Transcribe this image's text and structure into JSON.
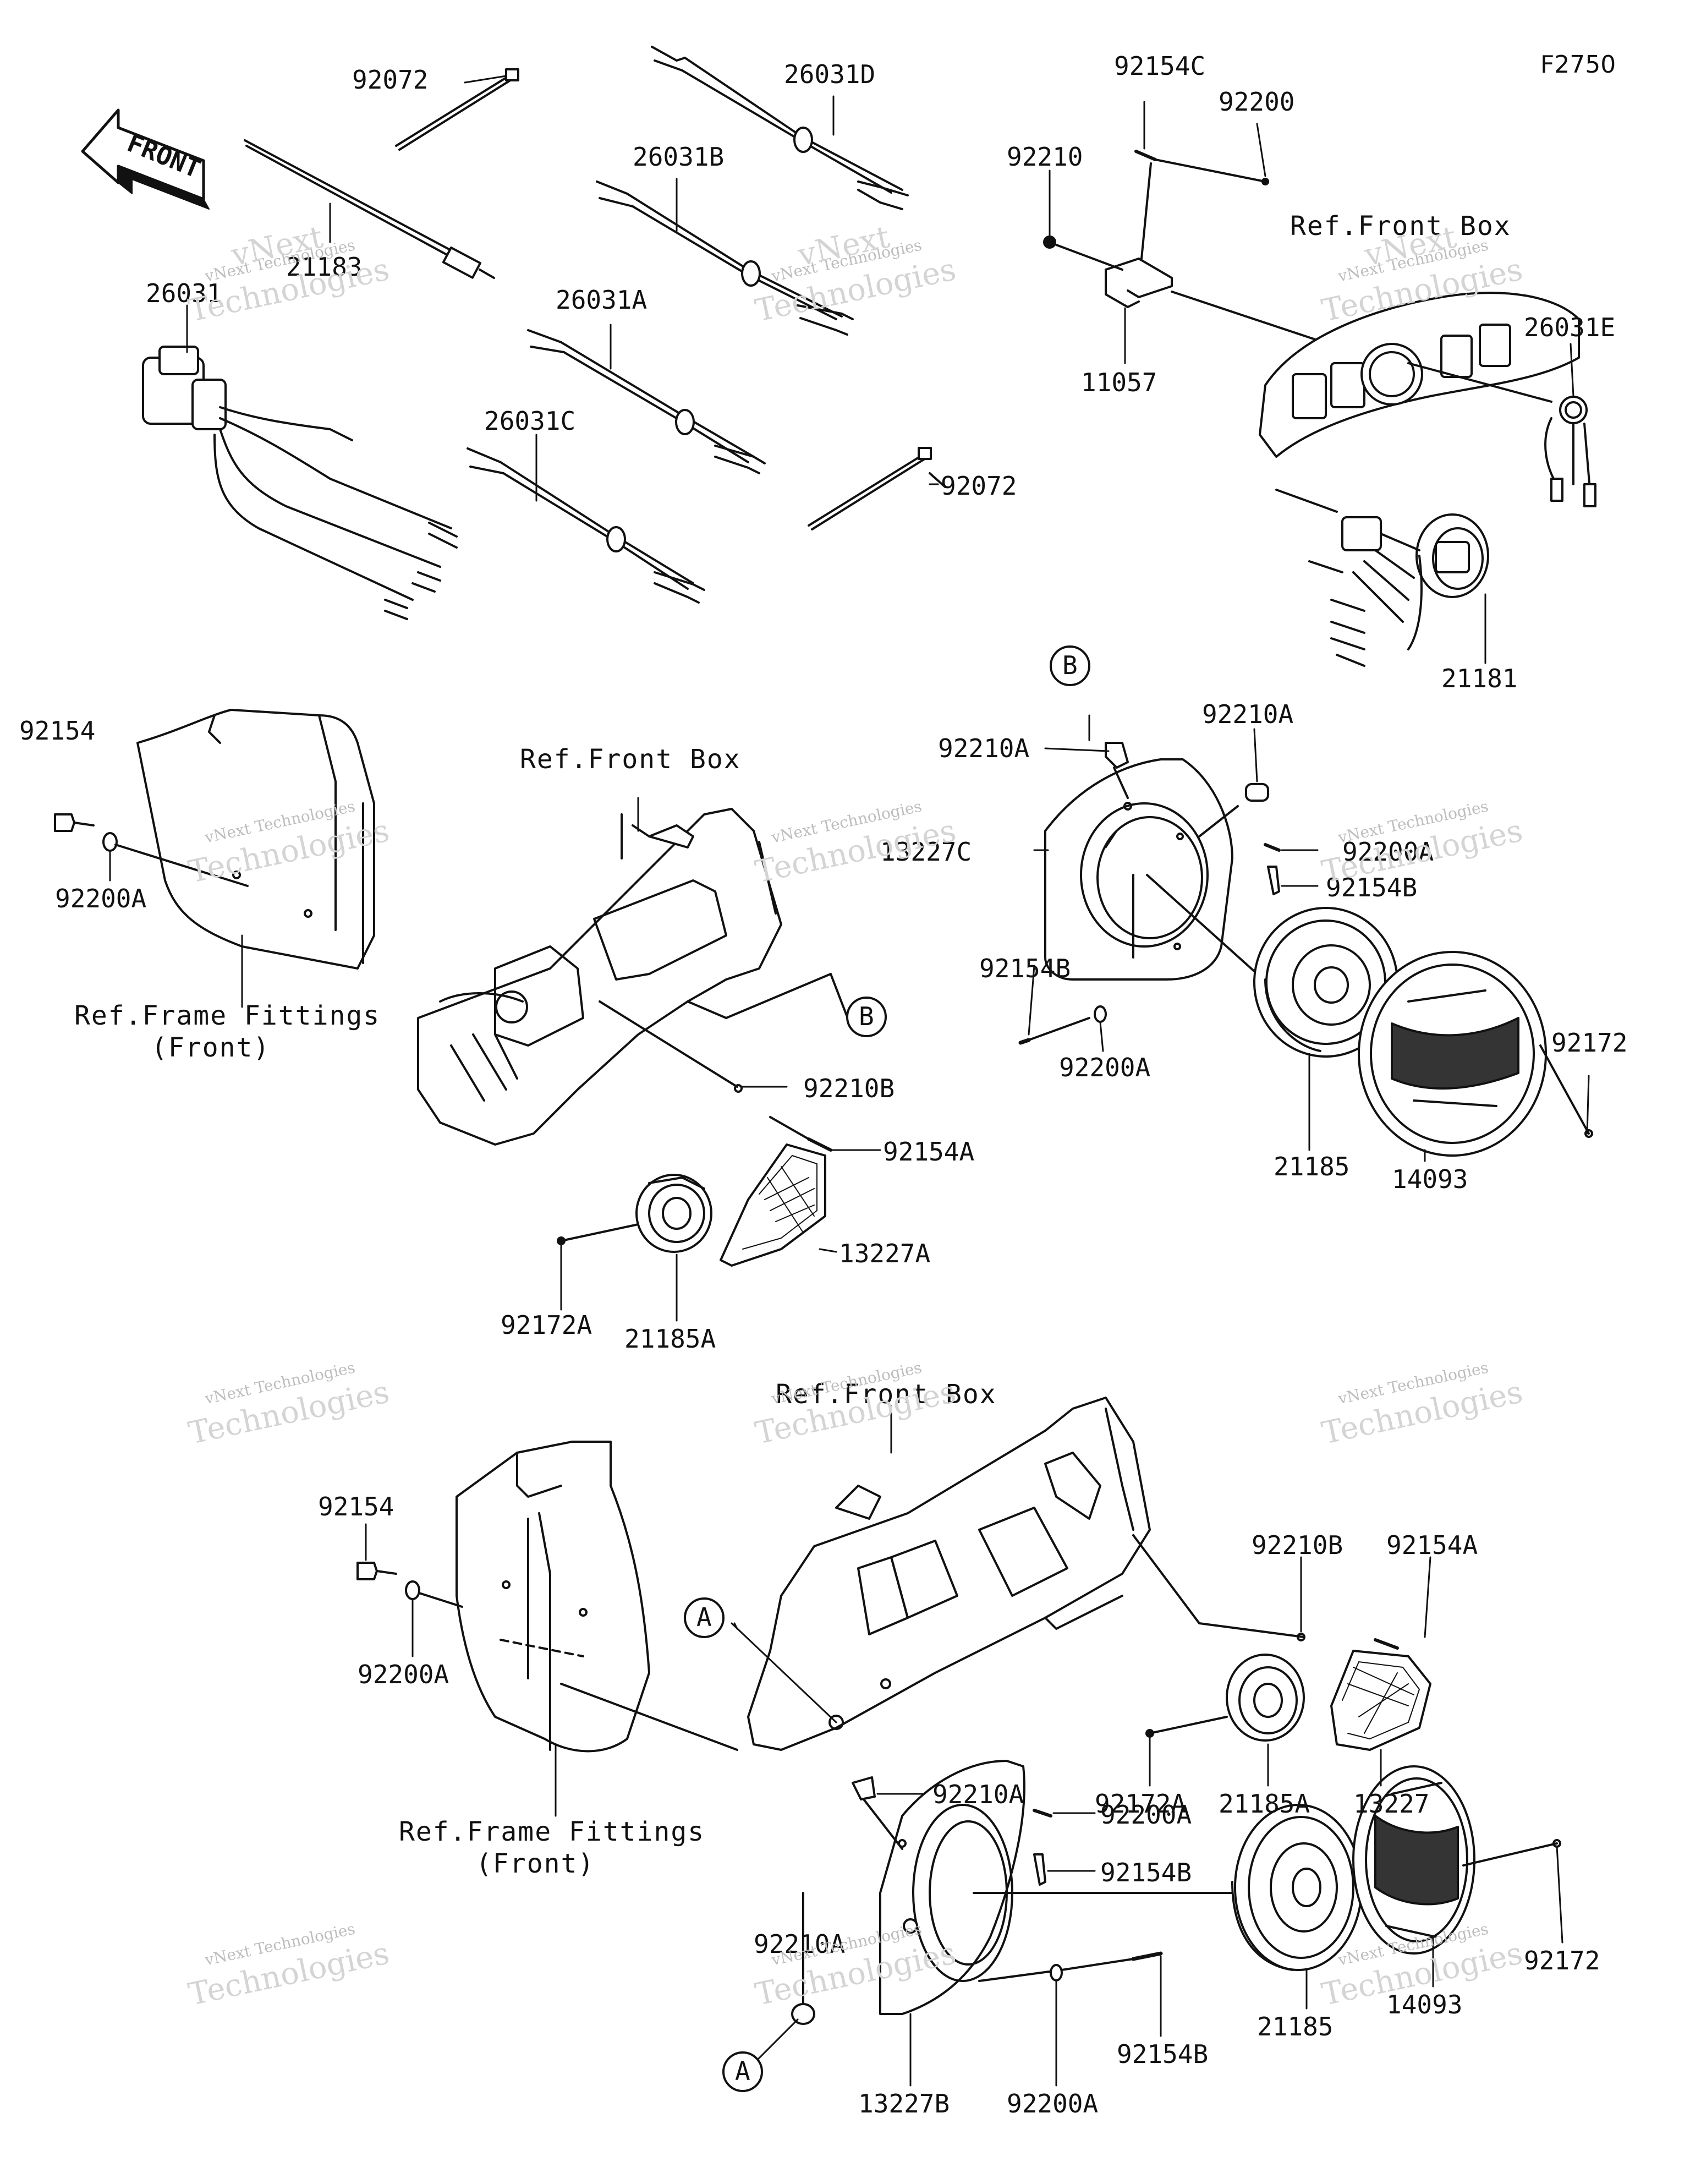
{
  "figure_code": "F2750",
  "direction_label": "FRONT",
  "callouts": {
    "a": "A",
    "b": "B"
  },
  "watermark": {
    "small": "vNext Technologies",
    "large": "Technologies",
    "tiny": "vNext"
  },
  "labels": {
    "p92072_top": "92072",
    "p26031D": "26031D",
    "p92154C": "92154C",
    "p92200_top": "92200",
    "p92210": "92210",
    "p21183": "21183",
    "p26031": "26031",
    "p26031B": "26031B",
    "p26031A": "26031A",
    "p26031C": "26031C",
    "p92072_mid": "92072",
    "p11057": "11057",
    "ref_front_box_1": "Ref.Front Box",
    "p26031E": "26031E",
    "p21181": "21181",
    "p92154_l1": "92154",
    "p92200A_l1": "92200A",
    "ref_frame_1_line1": "Ref.Frame Fittings",
    "ref_frame_1_line2": "(Front)",
    "ref_front_box_2": "Ref.Front Box",
    "p92210A_r1a": "92210A",
    "p92210A_r1b": "92210A",
    "p13227C": "13227C",
    "p92200A_r1": "92200A",
    "p92154B_r1a": "92154B",
    "p92154B_r1b": "92154B",
    "p92200A_r1b": "92200A",
    "p92172_r1": "92172",
    "p21185_r1": "21185",
    "p14093_r1": "14093",
    "p92210B_m1": "92210B",
    "p92154A_m1": "92154A",
    "p13227A": "13227A",
    "p92172A_m1": "92172A",
    "p21185A_m1": "21185A",
    "ref_front_box_3": "Ref.Front Box",
    "p92154_l2": "92154",
    "p92200A_l2": "92200A",
    "ref_frame_2_line1": "Ref.Frame Fittings",
    "ref_frame_2_line2": "(Front)",
    "p92210B_r2": "92210B",
    "p92154A_r2": "92154A",
    "p92172A_r2": "92172A",
    "p21185A_r2": "21185A",
    "p13227": "13227",
    "p92210A_b1": "92210A",
    "p92200A_b1": "92200A",
    "p92154B_b1": "92154B",
    "p92210A_b2": "92210A",
    "p92172_b": "92172",
    "p21185_b": "21185",
    "p14093_b": "14093",
    "p92154B_b2": "92154B",
    "p13227B": "13227B",
    "p92200A_b2": "92200A"
  }
}
